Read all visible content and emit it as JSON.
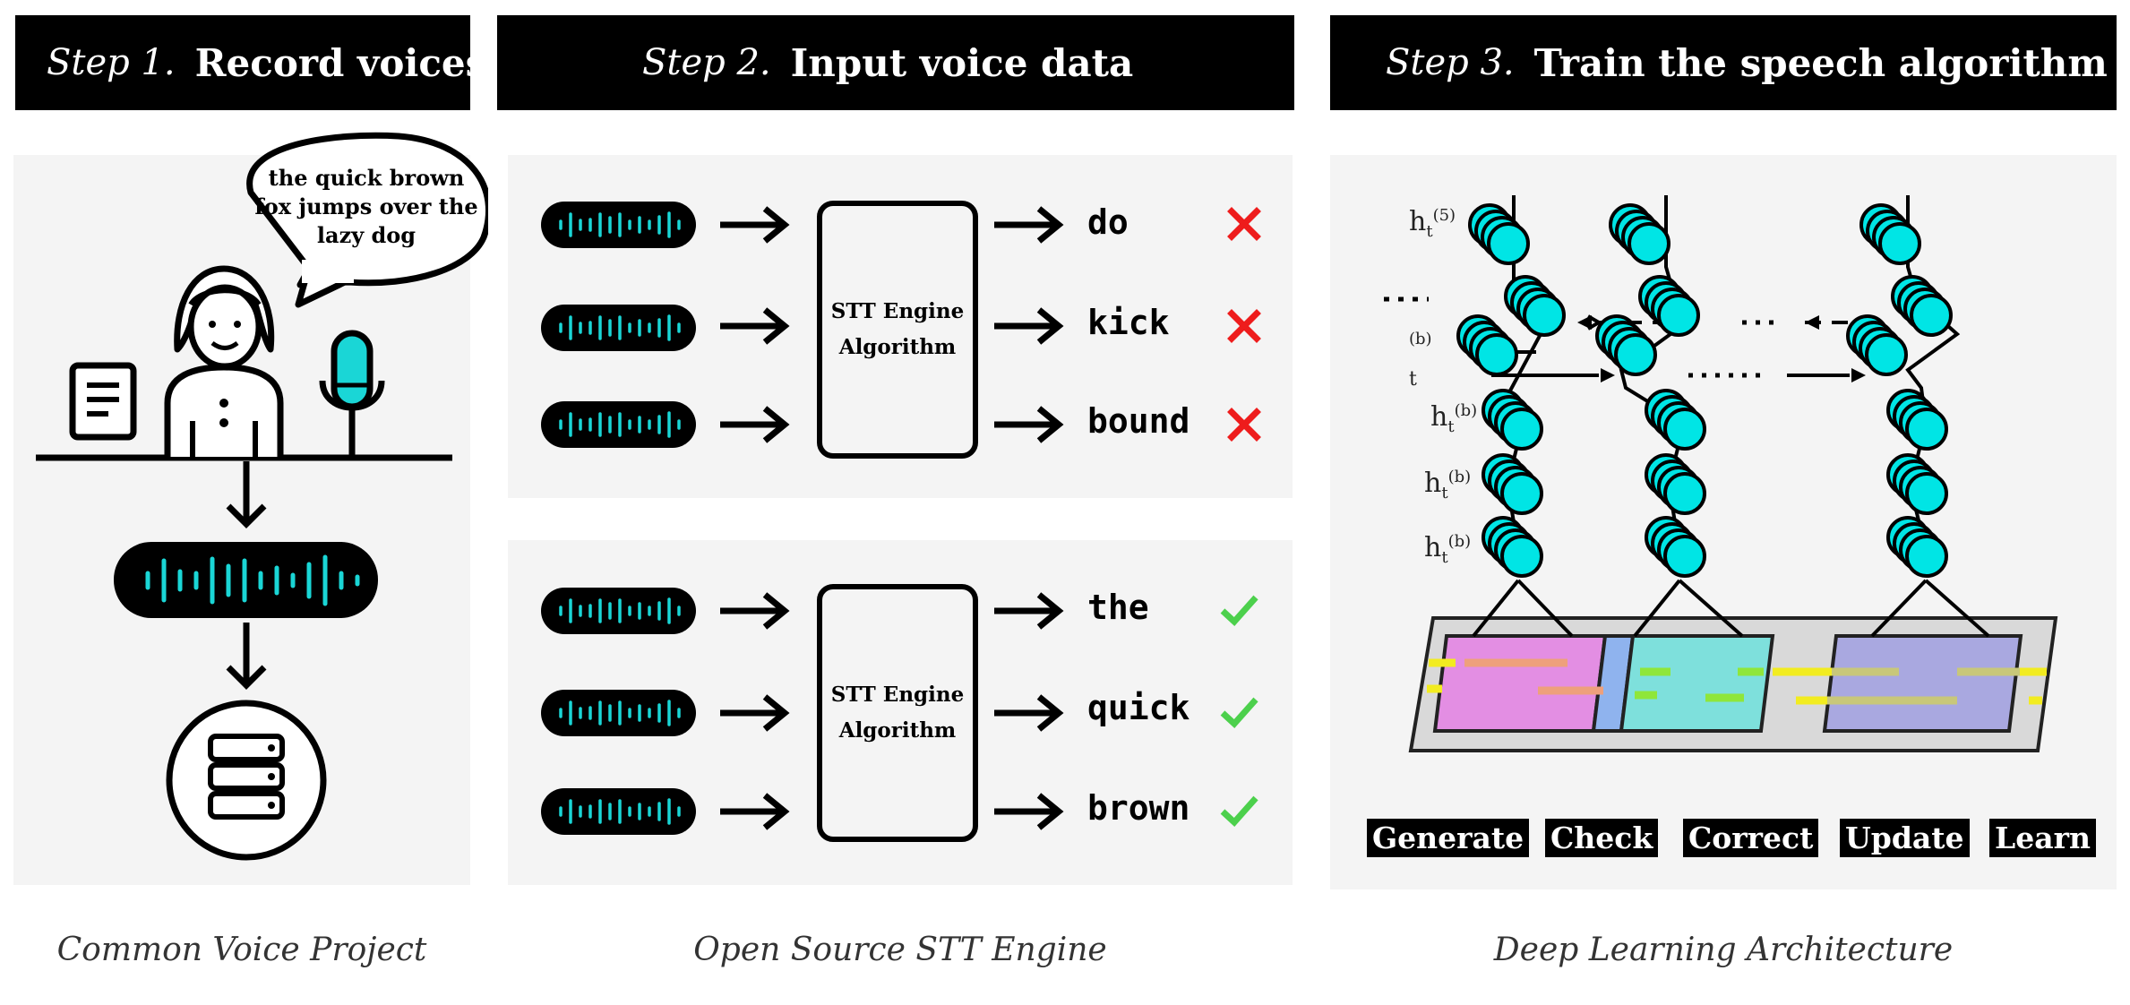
{
  "headers": [
    {
      "step": "Step 1.",
      "title": "Record voices"
    },
    {
      "step": "Step 2.",
      "title": "Input voice data"
    },
    {
      "step": "Step 3.",
      "title": "Train the speech algorithm"
    }
  ],
  "panel1": {
    "speech_bubble": "the quick brown fox jumps over the lazy dog",
    "icons": [
      "document-icon",
      "person-icon",
      "microphone-icon",
      "audio-wave-icon",
      "server-icon"
    ]
  },
  "panel2": {
    "engine_label_line1": "STT Engine",
    "engine_label_line2": "Algorithm",
    "top_outputs": [
      {
        "word": "do",
        "status": "wrong"
      },
      {
        "word": "kick",
        "status": "wrong"
      },
      {
        "word": "bound",
        "status": "wrong"
      }
    ],
    "bottom_outputs": [
      {
        "word": "the",
        "status": "correct"
      },
      {
        "word": "quick",
        "status": "correct"
      },
      {
        "word": "brown",
        "status": "correct"
      }
    ],
    "colors": {
      "wrong": "#ee1c1c",
      "correct": "#4cd04c",
      "wave": "#1ad6d6"
    }
  },
  "panel3": {
    "labels": [
      "h",
      "t",
      "(5)",
      "(b)"
    ],
    "loop_steps": [
      "Generate",
      "Check",
      "Correct",
      "Update",
      "Learn"
    ],
    "colors": {
      "node": "#00e5e5",
      "magenta": "#e38ee3",
      "cyan": "#7ee0dc",
      "purple": "#a9a8e0",
      "blue": "#8fb3ee",
      "yellow": "#f2ec20",
      "green": "#8fe63a",
      "salmon": "#eea07c"
    }
  },
  "captions": [
    "Common Voice Project",
    "Open Source STT Engine",
    "Deep Learning Architecture"
  ]
}
